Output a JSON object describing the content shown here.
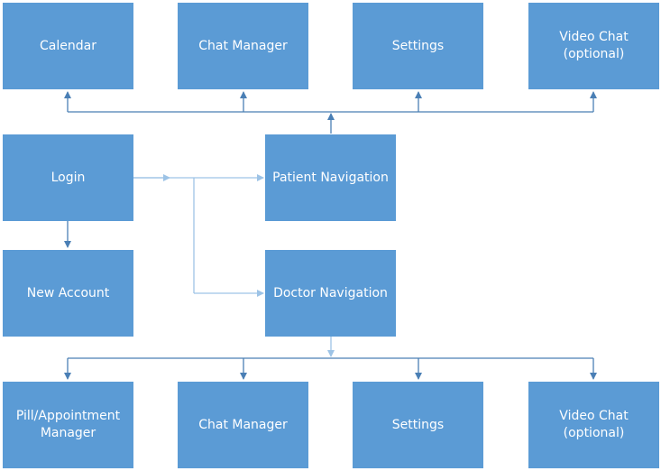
{
  "top_row": {
    "calendar": "Calendar",
    "chat_manager": "Chat Manager",
    "settings": "Settings",
    "video_chat": "Video Chat\n(optional)"
  },
  "middle": {
    "login": "Login",
    "new_account": "New Account",
    "patient_navigation": "Patient Navigation",
    "doctor_navigation": "Doctor Navigation"
  },
  "bottom_row": {
    "pill_appointment_manager": "Pill/Appointment\nManager",
    "chat_manager": "Chat Manager",
    "settings": "Settings",
    "video_chat": "Video Chat\n(optional)"
  },
  "colors": {
    "box_fill": "#5b9bd5",
    "box_text": "#ffffff",
    "connector_dark": "#4a7fb5",
    "connector_light": "#9dc3e6"
  }
}
